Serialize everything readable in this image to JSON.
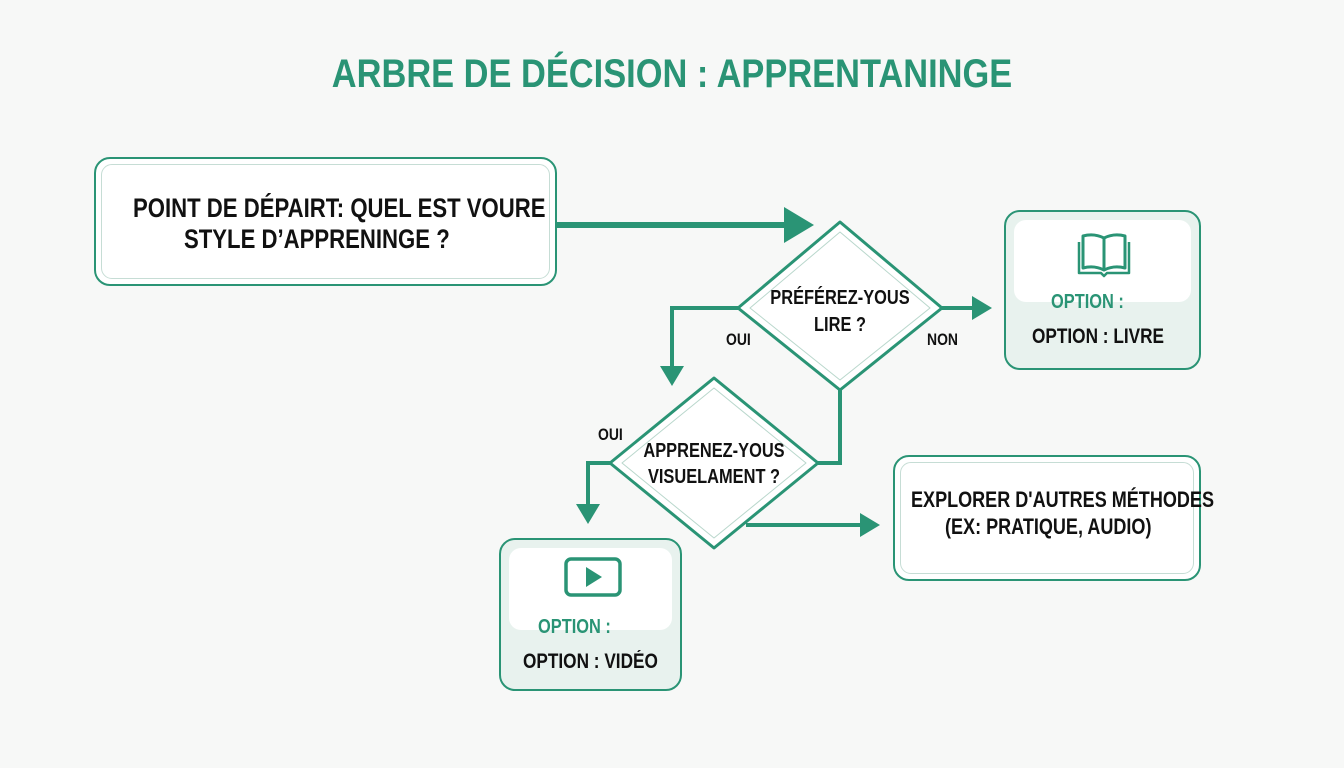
{
  "title": "ARBRE DE DÉCISION : APPRENTANINGE",
  "colors": {
    "accent": "#2a9475",
    "text": "#111111",
    "background": "#f7f8f7"
  },
  "start": {
    "line1": "POINT DE DÉPAIRT: QUEL EST VOURE",
    "line2": "STYLE D’APPRENINGE ?"
  },
  "decision1": {
    "line1": "PRÉFÉREZ-YOUS",
    "line2": "LIRE ?",
    "yes_label": "OUI",
    "no_label": "NON"
  },
  "decision2": {
    "line1": "APPRENEZ-YOUS",
    "line2": "VISUELAMENT ?",
    "yes_label": "OUI"
  },
  "option_book": {
    "icon": "book-icon",
    "subtitle": "OPTION :",
    "label": "OPTION : LIVRE"
  },
  "option_video": {
    "icon": "play-icon",
    "subtitle": "OPTION :",
    "label": "OPTION : VIDÉO"
  },
  "other": {
    "line1": "EXPLORER D'AUTRES MÉTHODES",
    "line2": "(EX: PRATIQUE, AUDIO)"
  }
}
